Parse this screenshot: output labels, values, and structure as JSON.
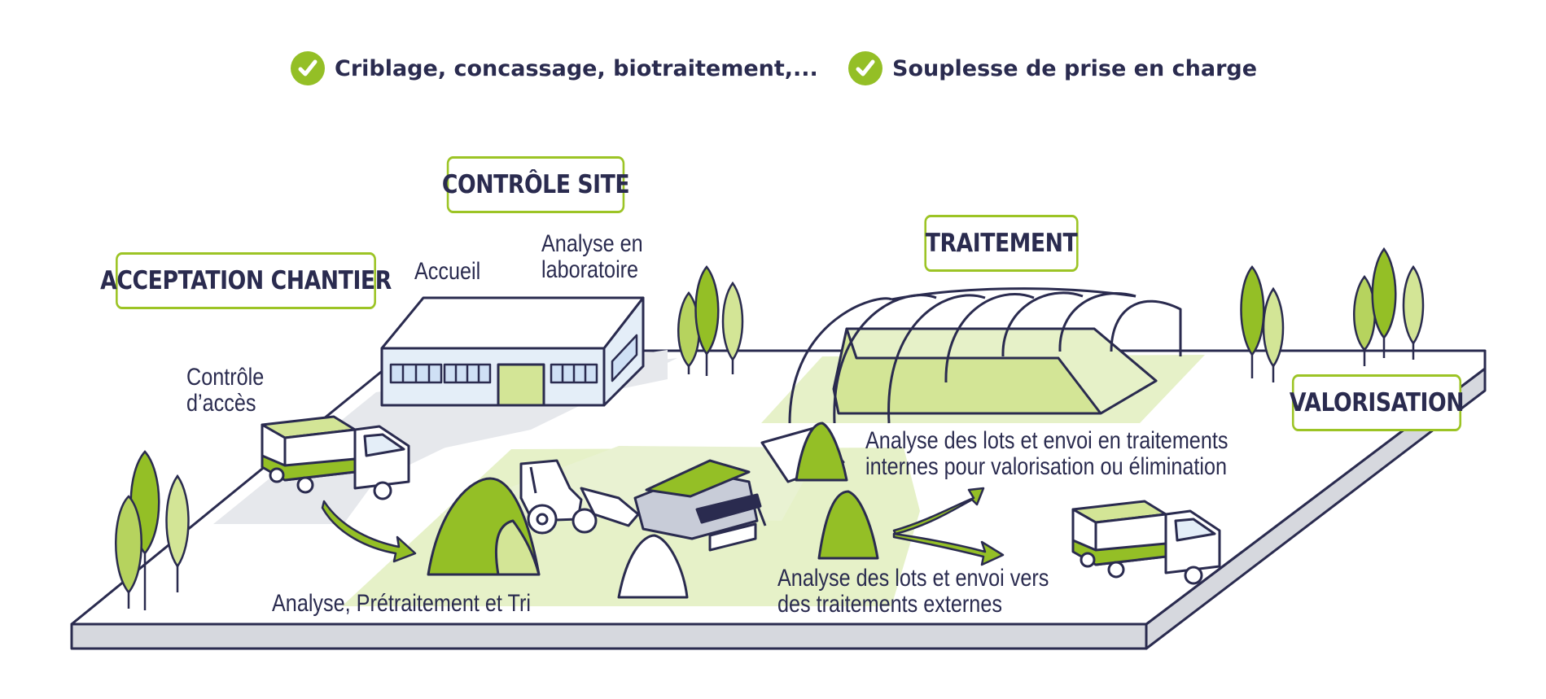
{
  "benefits": [
    {
      "text": "Criblage, concassage, biotraitement,...",
      "icon": "check-circle-icon"
    },
    {
      "text": "Souplesse de prise en charge",
      "icon": "check-circle-icon"
    }
  ],
  "stages": {
    "acceptation": "ACCEPTATION CHANTIER",
    "controle_site": "CONTRÔLE SITE",
    "traitement": "TRAITEMENT",
    "valorisation": "VALORISATION"
  },
  "notes": {
    "controle_acces": [
      "Contrôle",
      "d’accès"
    ],
    "accueil": "Accueil",
    "analyse_labo": [
      "Analyse en",
      "laboratoire"
    ],
    "analyse_lots_internes": [
      "Analyse des lots et envoi en traitements",
      "internes pour valorisation ou élimination"
    ],
    "analyse_pretraitement": "Analyse, Prétraitement et Tri",
    "analyse_lots_externes": [
      "Analyse des lots et envoi vers",
      "des traitements externes"
    ]
  },
  "colors": {
    "navy": "#2a2b4f",
    "green_dark": "#94bf26",
    "green_light": "#d3e596",
    "green_pale": "#e6f1c8",
    "gray_paving": "#e6e8ec",
    "slab_side": "#d6d8de",
    "building_wall": "#e4eef8"
  }
}
